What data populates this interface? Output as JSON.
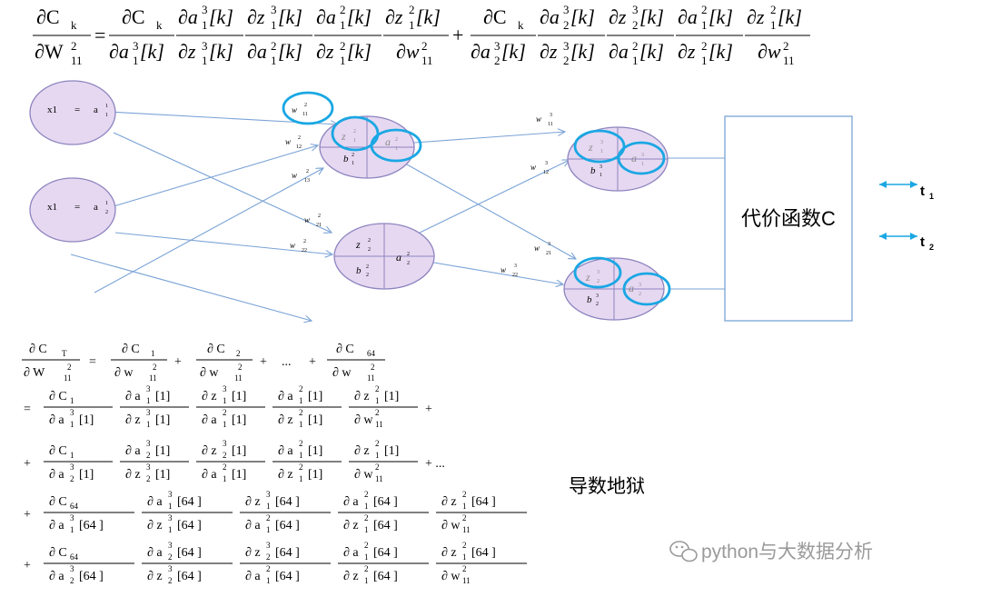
{
  "top_formula": {
    "lhs_num": "∂C",
    "lhs_num_sub": "k",
    "lhs_den": "∂W",
    "lhs_den_sup": "2",
    "lhs_den_sub": "11",
    "factor_num": "∂C",
    "factor_num_sub": "k",
    "den_a1": "∂a",
    "den_a1_sup": "3",
    "den_a1_sub": "1",
    "den_a1_idx": "[k]",
    "den_a2": "∂a",
    "den_a2_sup": "3",
    "den_a2_sub": "2",
    "den_a2_idx": "[k]",
    "t1_num": "∂a",
    "t1_num_sup": "3",
    "t1_num_sub": "1",
    "t1_num_idx": "[k]",
    "t1_den": "∂z",
    "t1_den_sup": "3",
    "t1_den_sub": "1",
    "t1_den_idx": "[k]",
    "t2_num": "∂z",
    "t2_num_sup": "3",
    "t2_num_sub": "1",
    "t2_num_idx": "[k]",
    "t2_den": "∂a",
    "t2_den_sup": "2",
    "t2_den_sub": "1",
    "t2_den_idx": "[k]",
    "t3_num": "∂a",
    "t3_num_sup": "2",
    "t3_num_sub": "1",
    "t3_num_idx": "[k]",
    "t3_den": "∂z",
    "t3_den_sup": "2",
    "t3_den_sub": "1",
    "t3_den_idx": "[k]",
    "t4_num": "∂z",
    "t4_num_sup": "2",
    "t4_num_sub": "1",
    "t4_num_idx": "[k]",
    "t4_den": "∂w",
    "t4_den_sup": "2",
    "t4_den_sub": "11",
    "u1_num": "∂a",
    "u1_num_sup": "3",
    "u1_num_sub": "2",
    "u1_num_idx": "[k]",
    "u1_den": "∂z",
    "u1_den_sup": "3",
    "u1_den_sub": "2",
    "u1_den_idx": "[k]",
    "u2_num": "∂z",
    "u2_num_sup": "3",
    "u2_num_sub": "2",
    "u2_num_idx": "[k]",
    "equals": "=",
    "plus": "+"
  },
  "network": {
    "inputs": [
      {
        "label": "x1",
        "eq": "=",
        "a": "a",
        "sup": "1",
        "sub": "1"
      },
      {
        "label": "x1",
        "eq": "=",
        "a": "a",
        "sup": "1",
        "sub": "2"
      }
    ],
    "hidden": [
      {
        "z": "z",
        "z_sup": "2",
        "z_sub": "1",
        "a": "a",
        "a_sup": "2",
        "a_sub": "1",
        "b": "b",
        "b_sup": "2",
        "b_sub": "1"
      },
      {
        "z": "z",
        "z_sup": "2",
        "z_sub": "2",
        "a": "a",
        "a_sup": "2",
        "a_sub": "2",
        "b": "b",
        "b_sup": "2",
        "b_sub": "2"
      }
    ],
    "output": [
      {
        "z": "z",
        "z_sup": "3",
        "z_sub": "1",
        "a": "a",
        "a_sup": "3",
        "a_sub": "1",
        "b": "b",
        "b_sup": "3",
        "b_sub": "1"
      },
      {
        "z": "z",
        "z_sup": "3",
        "z_sub": "2",
        "a": "a",
        "a_sup": "3",
        "a_sub": "2",
        "b": "b",
        "b_sup": "3",
        "b_sub": "2"
      }
    ],
    "weights": {
      "w2_11": {
        "w": "w",
        "sup": "2",
        "sub": "11"
      },
      "w2_12": {
        "w": "w",
        "sup": "2",
        "sub": "12"
      },
      "w2_13": {
        "w": "w",
        "sup": "2",
        "sub": "13"
      },
      "w2_21": {
        "w": "w",
        "sup": "2",
        "sub": "21"
      },
      "w2_22": {
        "w": "w",
        "sup": "2",
        "sub": "22"
      },
      "w3_11": {
        "w": "w",
        "sup": "3",
        "sub": "11"
      },
      "w3_12": {
        "w": "w",
        "sup": "3",
        "sub": "12"
      },
      "w3_21": {
        "w": "w",
        "sup": "3",
        "sub": "21"
      },
      "w3_22": {
        "w": "w",
        "sup": "3",
        "sub": "22"
      }
    },
    "cost_box": "代价函数C",
    "targets": [
      {
        "t": "t",
        "sub": "1"
      },
      {
        "t": "t",
        "sub": "2"
      }
    ]
  },
  "expansion": {
    "lhs_num": "∂ C",
    "lhs_num_sub": "T",
    "lhs_den": "∂ W",
    "lhs_den_sup": "2",
    "lhs_den_sub": "11",
    "equals": "=",
    "plus": "+",
    "ellipsis": "...",
    "c_sub_1": "1",
    "c_sub_2": "2",
    "c_sub_64": "64",
    "idx_1": "[1]",
    "idx_64": "[64 ]",
    "part_c": "∂ C",
    "part_w": "∂ w",
    "part_a": "∂ a",
    "part_z": "∂ z"
  },
  "caption": "导数地狱",
  "watermark": "python与大数据分析",
  "colors": {
    "node_fill": "#e6d8f1",
    "node_stroke": "#8d84bf",
    "edge": "#7aa3d6",
    "highlight": "#1aa7e3",
    "target_arrow": "#1aa7e3"
  }
}
